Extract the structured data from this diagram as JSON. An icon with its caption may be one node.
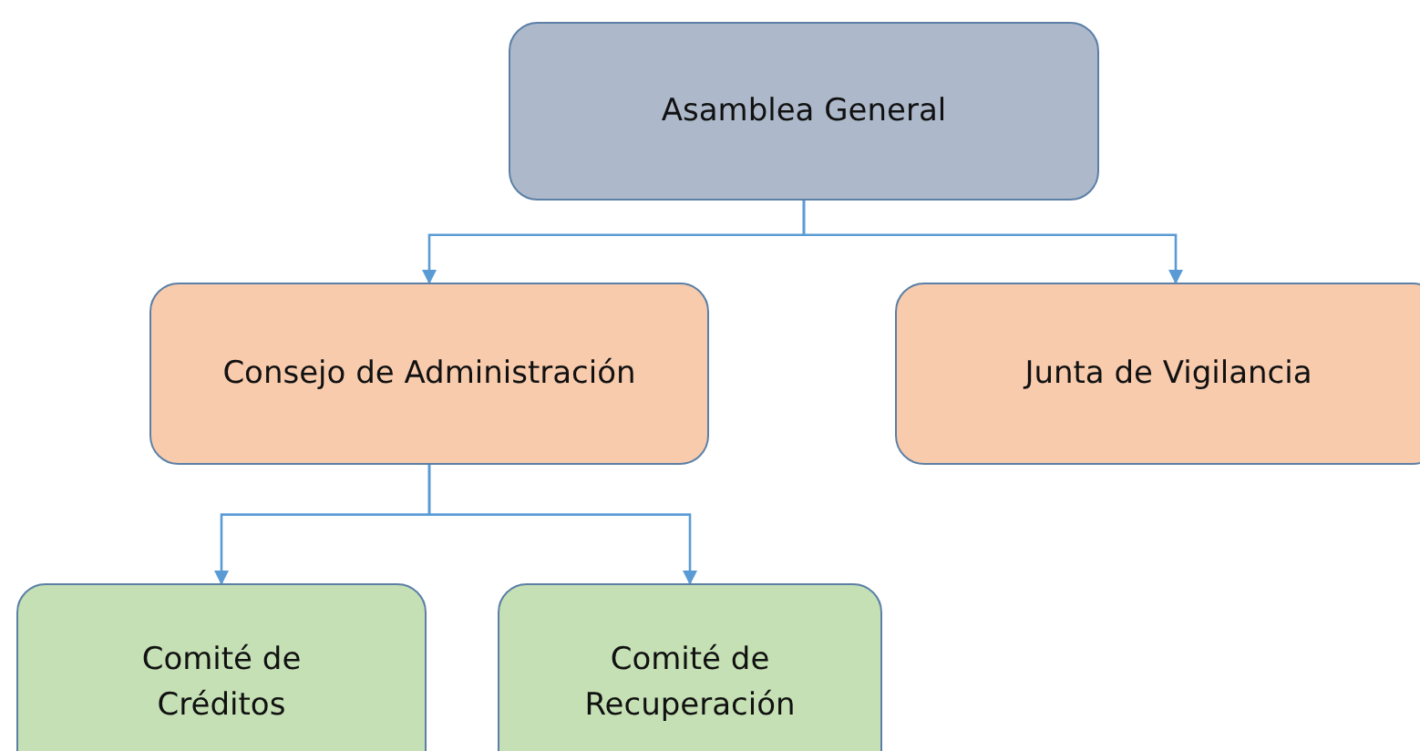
{
  "diagram": {
    "nodes": [
      {
        "text": [
          "Asamblea General"
        ]
      },
      {
        "text": [
          "Consejo de Administración"
        ]
      },
      {
        "text": [
          "Junta de Vigilancia"
        ]
      },
      {
        "text": [
          "Comité de Créditos"
        ]
      },
      {
        "text": [
          "Comité de Recuperación"
        ]
      }
    ],
    "edges": [
      {
        "from": 0,
        "to": 1,
        "arrow": "to"
      },
      {
        "from": 0,
        "to": 2,
        "arrow": "to"
      },
      {
        "from": 1,
        "to": 3,
        "arrow": "to"
      },
      {
        "from": 1,
        "to": 4,
        "arrow": "to"
      }
    ]
  }
}
